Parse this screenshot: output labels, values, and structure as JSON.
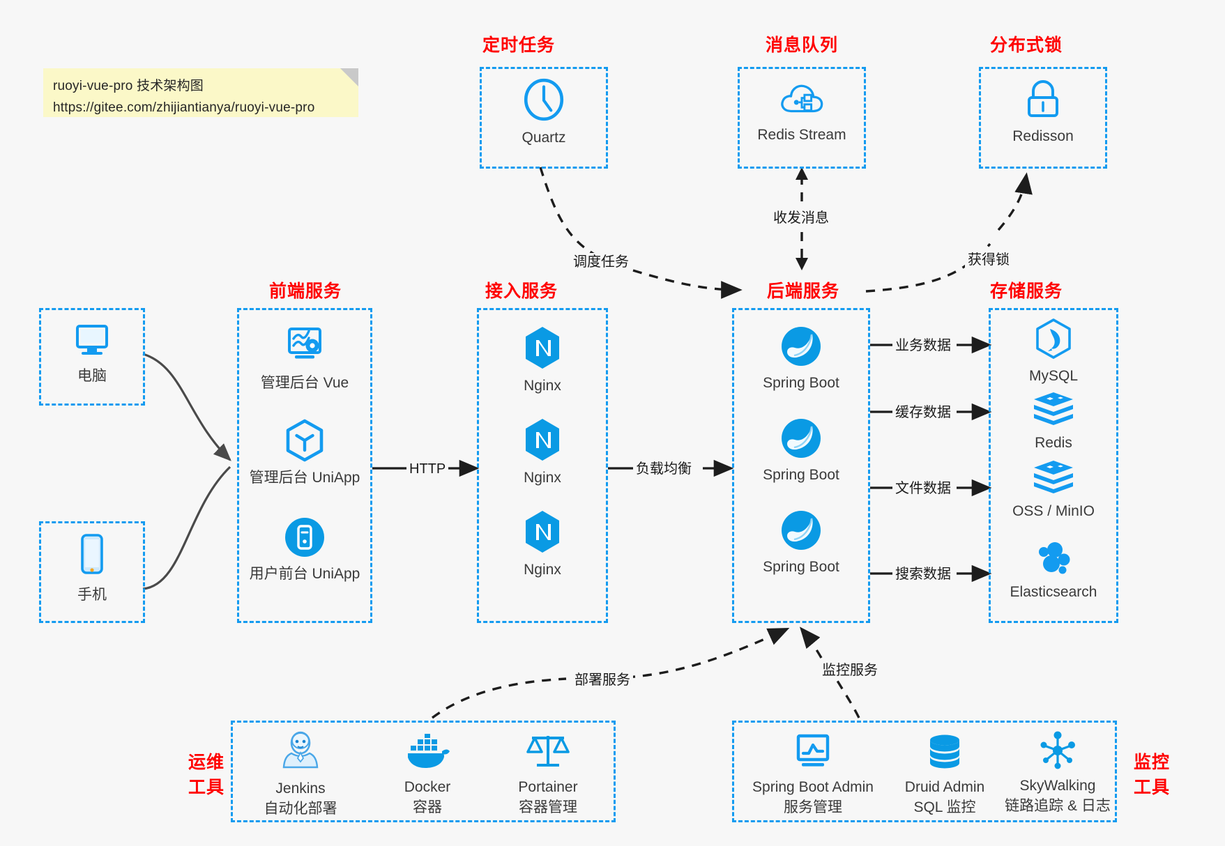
{
  "meta": {
    "background": "#f7f7f7",
    "accent_blue": "#139bf0",
    "title_red": "#ff0000",
    "note_bg": "#fbf8c8",
    "arrow_gray": "#4a4a4a"
  },
  "note": {
    "line1": "ruoyi-vue-pro 技术架构图",
    "line2": "https://gitee.com/zhijiantianya/ruoyi-vue-pro"
  },
  "groups": {
    "scheduled_task": "定时任务",
    "message_queue": "消息队列",
    "distributed_lock": "分布式锁",
    "frontend_service": "前端服务",
    "access_service": "接入服务",
    "backend_service": "后端服务",
    "storage_service": "存储服务",
    "devops_tools_l1": "运维",
    "devops_tools_l2": "工具",
    "monitor_tools_l1": "监控",
    "monitor_tools_l2": "工具"
  },
  "nodes": {
    "quartz": {
      "label": "Quartz",
      "icon": "clock-icon"
    },
    "redis_stream": {
      "label": "Redis Stream",
      "icon": "cloud-stream-icon"
    },
    "redisson": {
      "label": "Redisson",
      "icon": "lock-icon"
    },
    "computer": {
      "label": "电脑",
      "icon": "desktop-monitor-icon"
    },
    "phone": {
      "label": "手机",
      "icon": "smartphone-icon"
    },
    "admin_vue": {
      "label": "管理后台 Vue",
      "icon": "dashboard-settings-icon"
    },
    "admin_uniapp": {
      "label": "管理后台 UniApp",
      "icon": "uniapp-hexagon-icon"
    },
    "user_uniapp": {
      "label": "用户前台 UniApp",
      "icon": "mobile-app-circle-icon"
    },
    "nginx1": {
      "label": "Nginx",
      "icon": "nginx-icon"
    },
    "nginx2": {
      "label": "Nginx",
      "icon": "nginx-icon"
    },
    "nginx3": {
      "label": "Nginx",
      "icon": "nginx-icon"
    },
    "springboot1": {
      "label": "Spring Boot",
      "icon": "spring-boot-icon"
    },
    "springboot2": {
      "label": "Spring Boot",
      "icon": "spring-boot-icon"
    },
    "springboot3": {
      "label": "Spring Boot",
      "icon": "spring-boot-icon"
    },
    "mysql": {
      "label": "MySQL",
      "icon": "mysql-icon"
    },
    "redis": {
      "label": "Redis",
      "icon": "redis-icon"
    },
    "oss_minio": {
      "label": "OSS / MinIO",
      "icon": "redis-icon"
    },
    "elasticsearch": {
      "label": "Elasticsearch",
      "icon": "elasticsearch-icon"
    },
    "jenkins": {
      "label": "Jenkins",
      "sub": "自动化部署",
      "icon": "jenkins-icon"
    },
    "docker": {
      "label": "Docker",
      "sub": "容器",
      "icon": "docker-whale-icon"
    },
    "portainer": {
      "label": "Portainer",
      "sub": "容器管理",
      "icon": "scales-balance-icon"
    },
    "spring_boot_admin": {
      "label": "Spring Boot Admin",
      "sub": "服务管理",
      "icon": "monitor-chart-icon"
    },
    "druid_admin": {
      "label": "Druid Admin",
      "sub": "SQL 监控",
      "icon": "database-stack-icon"
    },
    "skywalking": {
      "label": "SkyWalking",
      "sub": "链路追踪 & 日志",
      "icon": "skywalking-node-icon"
    }
  },
  "edges": {
    "http": "HTTP",
    "load_balance": "负载均衡",
    "schedule_task": "调度任务",
    "send_receive_message": "收发消息",
    "acquire_lock": "获得锁",
    "business_data": "业务数据",
    "cache_data": "缓存数据",
    "file_data": "文件数据",
    "search_data": "搜索数据",
    "deploy_service": "部署服务",
    "monitor_service": "监控服务"
  }
}
